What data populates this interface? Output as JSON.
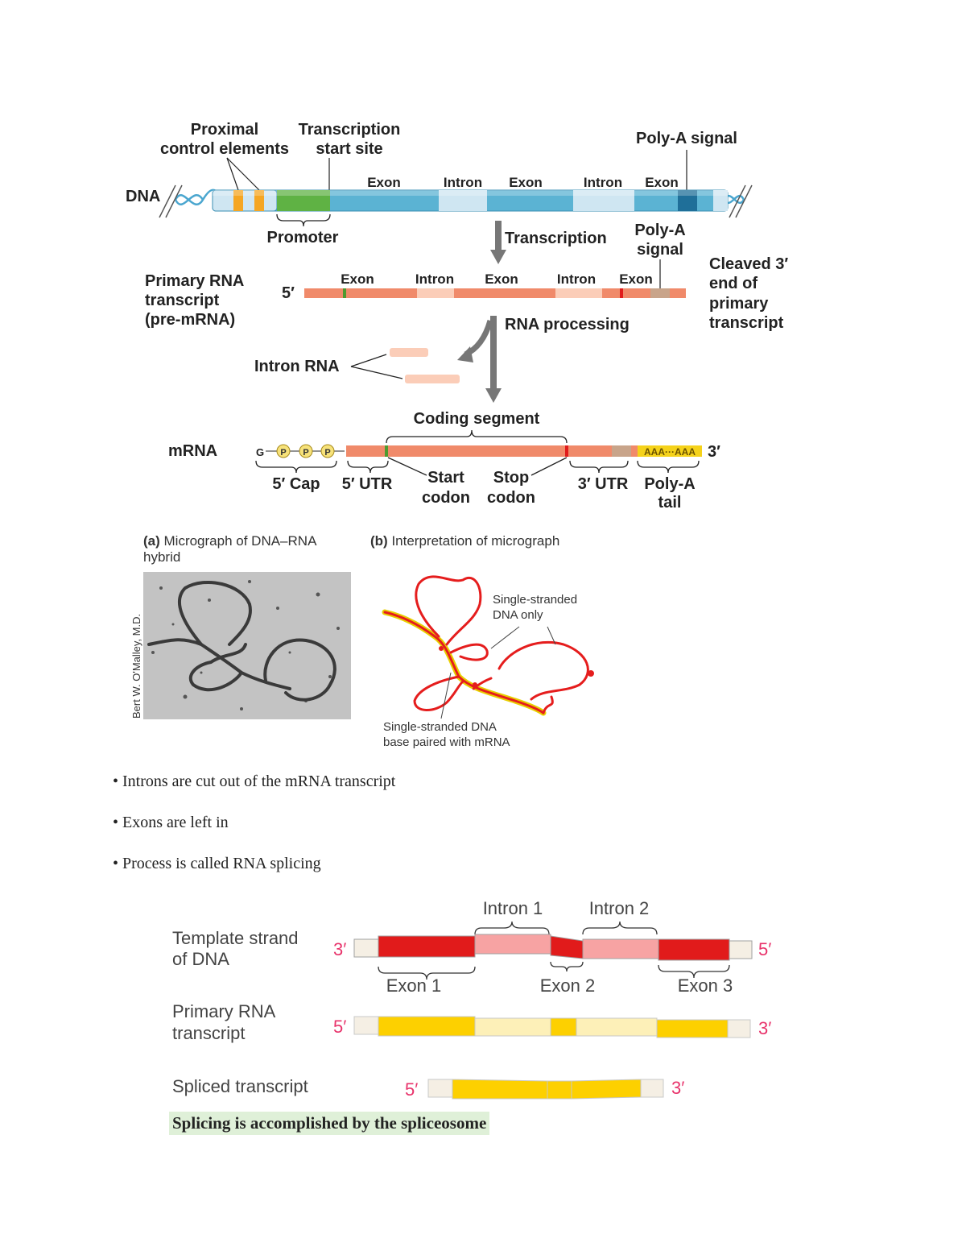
{
  "figure1": {
    "dna_label": "DNA",
    "proximal_label_1": "Proximal",
    "proximal_label_2": "control elements",
    "tss_label_1": "Transcription",
    "tss_label_2": "start site",
    "polya_signal_top": "Poly-A signal",
    "dna_segments": [
      "Exon",
      "Intron",
      "Exon",
      "Intron",
      "Exon"
    ],
    "promoter_label": "Promoter",
    "transcription_label": "Transcription",
    "polya_signal_mid_1": "Poly-A",
    "polya_signal_mid_2": "signal",
    "primary_rna_1": "Primary RNA",
    "primary_rna_2": "transcript",
    "primary_rna_3": "(pre-mRNA)",
    "five_prime": "5′",
    "rna_segments": [
      "Exon",
      "Intron",
      "Exon",
      "Intron",
      "Exon"
    ],
    "cleaved_1": "Cleaved 3′",
    "cleaved_2": "end of",
    "cleaved_3": "primary",
    "cleaved_4": "transcript",
    "rna_processing_label": "RNA processing",
    "intron_rna_label": "Intron RNA",
    "coding_segment_label": "Coding segment",
    "mrna_label": "mRNA",
    "cap_g": "G",
    "cap_p": "P",
    "three_prime": "3′",
    "polya_seq": "AAA···AAA",
    "cap_label": "5′ Cap",
    "utr5_label": "5′ UTR",
    "start_codon_1": "Start",
    "start_codon_2": "codon",
    "stop_codon_1": "Stop",
    "stop_codon_2": "codon",
    "utr3_label": "3′ UTR",
    "polya_tail_1": "Poly-A",
    "polya_tail_2": "tail"
  },
  "figure2": {
    "a_prefix": "(a)",
    "a_title_1": " Micrograph of DNA–RNA",
    "a_title_2": "hybrid",
    "b_prefix": "(b)",
    "b_title": " Interpretation of micrograph",
    "credit": "Bert W. O'Malley, M.D.",
    "ss_dna_1": "Single-stranded",
    "ss_dna_2": "DNA only",
    "paired_1": "Single-stranded DNA",
    "paired_2": "base paired with mRNA"
  },
  "bullets": [
    "• Introns are cut out of the mRNA transcript",
    "• Exons are left in",
    "• Process is called RNA splicing"
  ],
  "figure3": {
    "intron1": "Intron 1",
    "intron2": "Intron 2",
    "template_1": "Template strand",
    "template_2": "of DNA",
    "three_prime": "3′",
    "five_prime": "5′",
    "exon1": "Exon 1",
    "exon2": "Exon 2",
    "exon3": "Exon 3",
    "primary_1": "Primary RNA",
    "primary_2": "transcript",
    "spliced": "Spliced transcript"
  },
  "highlight": "Splicing is accomplished by the spliceosome",
  "colors": {
    "dna_blue": "#5bb3d3",
    "intron_light_blue": "#cfe6f2",
    "promoter_green": "#5fb244",
    "proximal_orange": "#f5a623",
    "rna_salmon": "#f08a6a",
    "intron_pink": "#fbcdb8",
    "exon_red": "#e11b1b",
    "intron_red_light": "#f7a3a3",
    "transcript_yellow": "#fdd000",
    "highlight_green": "#dff0d8"
  }
}
